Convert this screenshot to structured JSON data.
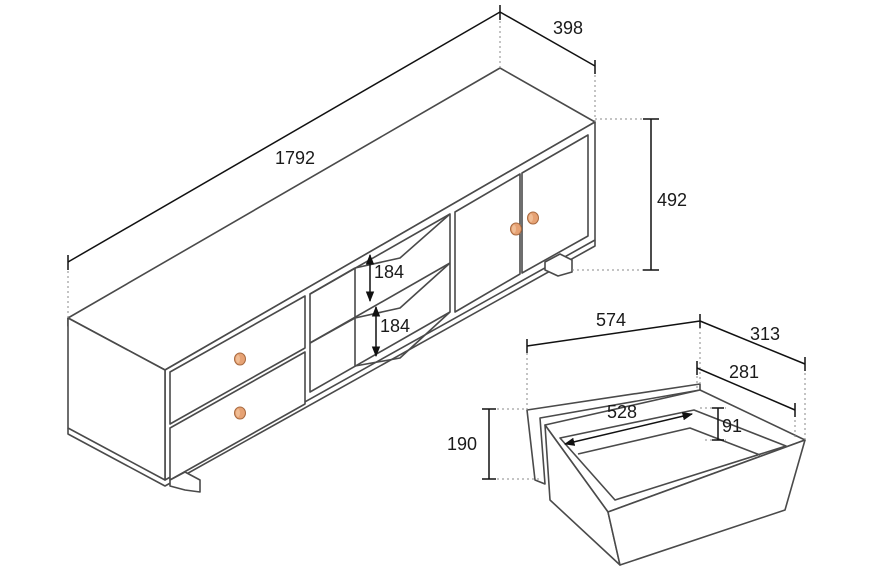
{
  "cabinet": {
    "dims": {
      "length": "1792",
      "depth": "398",
      "height": "492",
      "shelf_upper": "184",
      "shelf_lower": "184"
    },
    "colors": {
      "knob": "#e6a274",
      "body": "#ffffff",
      "outline": "#4a4a4a"
    }
  },
  "drawer": {
    "dims": {
      "outer_width": "574",
      "outer_depth": "313",
      "inner_depth": "281",
      "inner_width": "528",
      "inner_height": "91",
      "outer_height": "190"
    }
  }
}
